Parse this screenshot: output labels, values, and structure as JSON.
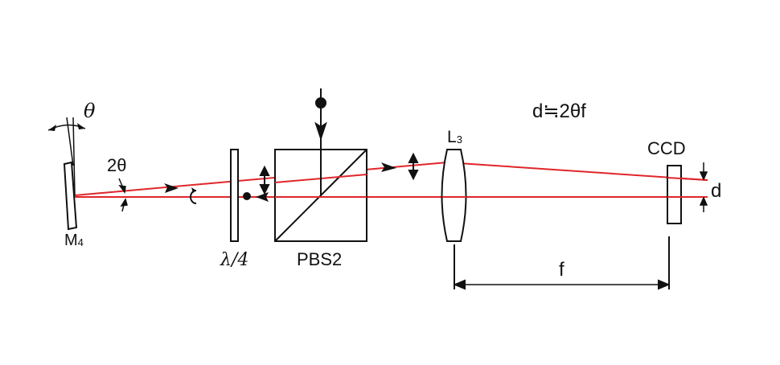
{
  "labels": {
    "mirror_main": "M",
    "mirror_sub": "4",
    "theta": "θ",
    "two_theta": "2θ",
    "quarter_wave": "λ/4",
    "pbs": "PBS2",
    "lens_main": "L",
    "lens_sub": "3",
    "ccd": "CCD",
    "d": "d",
    "f": "f",
    "formula": "d≒2θf"
  },
  "colors": {
    "beam": "#e0262a",
    "line": "#111111",
    "background": "#ffffff"
  }
}
